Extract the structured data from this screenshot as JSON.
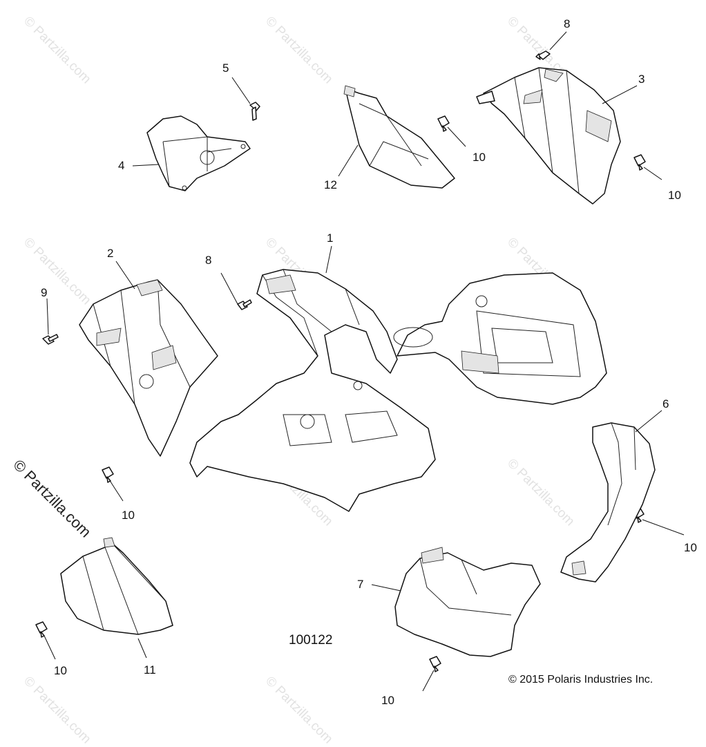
{
  "diagram": {
    "callouts": {
      "c1": "1",
      "c2": "2",
      "c3": "3",
      "c4": "4",
      "c5": "5",
      "c6": "6",
      "c7": "7",
      "c8a": "8",
      "c8b": "8",
      "c9": "9",
      "c10": "10",
      "c11": "11",
      "c12": "12"
    },
    "diagram_id": "100122",
    "copyright": "© 2015 Polaris Industries Inc.",
    "watermark": "© Partzilla.com"
  }
}
